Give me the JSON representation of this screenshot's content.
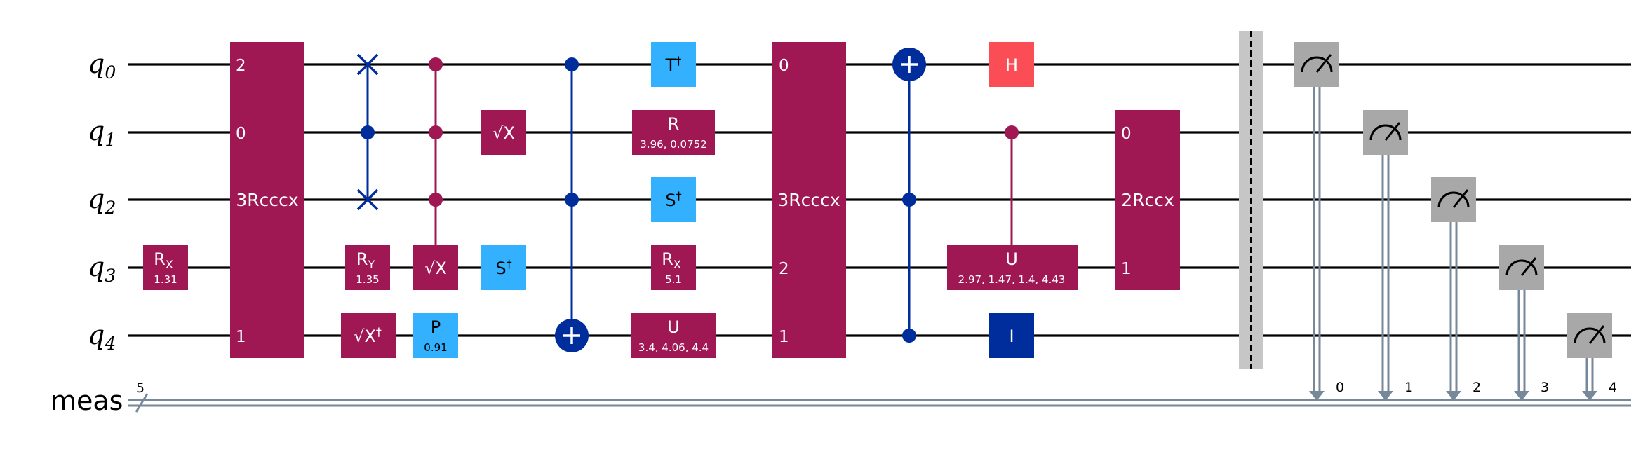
{
  "colors": {
    "magenta": "#9f1853",
    "light_blue": "#33b1ff",
    "dark_blue": "#002d9c",
    "red": "#fa4d56",
    "gray": "#a8a8a8",
    "classical": "#778899",
    "barrier": "#c6c6c6"
  },
  "wires": {
    "qubits": [
      {
        "name": "q",
        "index": "0"
      },
      {
        "name": "q",
        "index": "1"
      },
      {
        "name": "q",
        "index": "2"
      },
      {
        "name": "q",
        "index": "3"
      },
      {
        "name": "q",
        "index": "4"
      }
    ],
    "classical": {
      "name": "meas",
      "size": "5",
      "bits": [
        "0",
        "1",
        "2",
        "3",
        "4"
      ]
    }
  },
  "gates": {
    "rx1": {
      "label": "R",
      "sub": "X",
      "param": "1.31"
    },
    "rcccx1": {
      "label": "3Rcccx",
      "pins": [
        "2",
        "0",
        "1"
      ]
    },
    "ry": {
      "label": "R",
      "sub": "Y",
      "param": "1.35"
    },
    "sxdg": {
      "label": "√X",
      "dag": "†"
    },
    "csx": {
      "label": "√X"
    },
    "p": {
      "label": "P",
      "param": "0.91"
    },
    "sx": {
      "label": "√X"
    },
    "sdg_q3": {
      "label": "S",
      "dag": "†"
    },
    "tdg": {
      "label": "T",
      "dag": "†"
    },
    "r": {
      "label": "R",
      "param": "3.96, 0.0752"
    },
    "sdg_q2": {
      "label": "S",
      "dag": "†"
    },
    "rx2": {
      "label": "R",
      "sub": "X",
      "param": "5.1"
    },
    "u1": {
      "label": "U",
      "param": "3.4, 4.06, 4.4"
    },
    "rcccx2": {
      "label": "3Rcccx",
      "pins": [
        "0",
        "2",
        "1"
      ]
    },
    "h": {
      "label": "H"
    },
    "cu": {
      "label": "U",
      "param": "2.97, 1.47, 1.4, 4.43"
    },
    "id": {
      "label": "I"
    },
    "rccx": {
      "label": "2Rccx",
      "pins": [
        "0",
        "1"
      ]
    }
  }
}
